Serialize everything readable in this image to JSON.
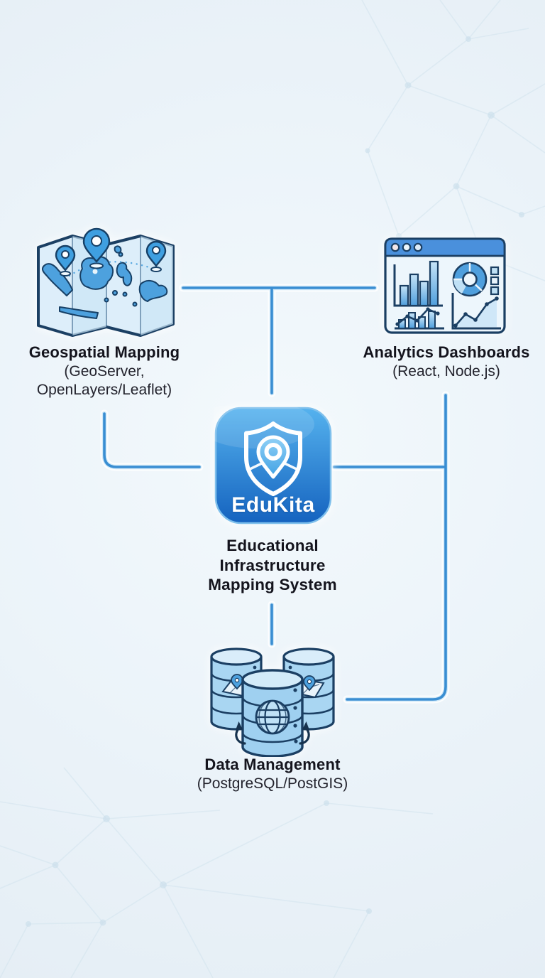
{
  "diagram": {
    "nodes": {
      "geospatial": {
        "title": "Geospatial Mapping",
        "subtitle_line1": "(GeoServer,",
        "subtitle_line2": "OpenLayers/Leaflet)",
        "icon": "folded-map-with-location-pins"
      },
      "analytics": {
        "title": "Analytics Dashboards",
        "subtitle_line1": "(React, Node.js)",
        "icon": "browser-window-with-charts"
      },
      "data_management": {
        "title": "Data Management",
        "subtitle_line1": "(PostgreSQL/PostGIS)",
        "icon": "database-cylinders-with-globe-and-maps"
      }
    },
    "center": {
      "app_name": "EduKita",
      "caption_line1": "Educational",
      "caption_line2": "Infrastructure",
      "caption_line3": "Mapping System",
      "icon": "shield-with-location-pin-app-icon"
    },
    "colors": {
      "background": "#ebf3f9",
      "connector": "#3a8ed2",
      "outline_navy": "#1b3f63",
      "icon_blue": "#58a7e0",
      "icon_light_blue": "#d9edfa",
      "app_gradient_top": "#55b2ee",
      "app_gradient_bottom": "#1563bf",
      "title_text": "#14141d"
    }
  }
}
